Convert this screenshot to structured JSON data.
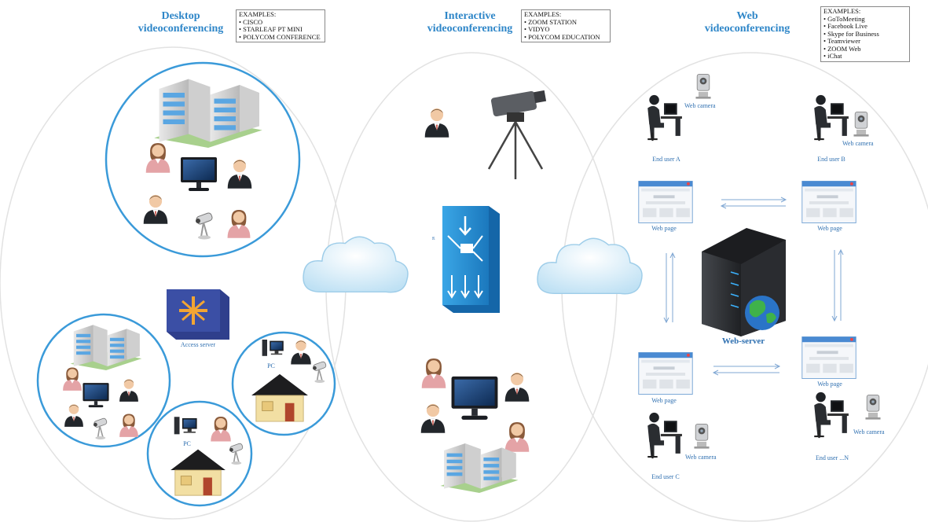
{
  "sections": {
    "desktop": {
      "title_line1": "Desktop",
      "title_line2": "videoconferencing",
      "examples_head": "EXAMPLES:",
      "examples": [
        "CISCO",
        "STARLEAF PT MINI",
        "POLYCOM CONFERENCE"
      ]
    },
    "interactive": {
      "title_line1": "Interactive",
      "title_line2": "videoconferencing",
      "examples_head": "EXAMPLES:",
      "examples": [
        "ZOOM STATION",
        "VIDYO",
        "POLYCOM EDUCATION"
      ]
    },
    "web": {
      "title_line1": "Web",
      "title_line2": "videoconferencing",
      "examples_head": "EXAMPLES:",
      "examples": [
        "GoToMeeting",
        "Facebook Live",
        "Skype for Business",
        "Teamviewer",
        "ZOOM Web",
        "iChat"
      ]
    }
  },
  "labels": {
    "access_server": "Access server",
    "pc_1": "PC",
    "pc_2": "PC",
    "web_server": "Web-server",
    "web_camera_a": "Web camera",
    "web_camera_b": "Web camera",
    "web_camera_c": "Web camera",
    "web_camera_n": "Web camera",
    "end_user_a": "End user A",
    "end_user_b": "End user B",
    "end_user_c": "End user C",
    "end_user_n": "End user ...N",
    "web_page_1": "Web page",
    "web_page_2": "Web page",
    "web_page_3": "Web page",
    "web_page_4": "Web page",
    "mcu_small_text": "st"
  },
  "colors": {
    "accent_blue": "#2e86c8",
    "circle_blue": "#3a9ad9",
    "cloud": "#cfe9f7",
    "mcu_blue": "#1f8fd1",
    "server_dark": "#2d2f33",
    "access_server": "#3b4fa5"
  }
}
